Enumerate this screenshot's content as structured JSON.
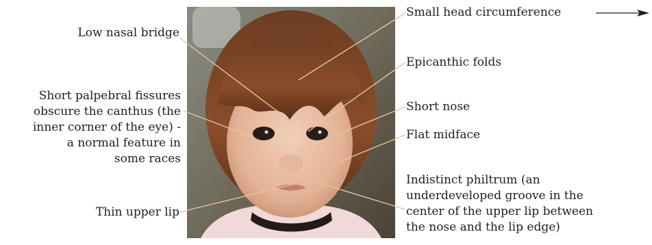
{
  "labels": {
    "low_nasal_bridge": "Low nasal bridge",
    "short_palpebral_fissures": [
      "Short palpebral fissures",
      "obscure the canthus (the",
      "inner corner of the eye) -",
      "a normal feature in",
      "some races"
    ],
    "thin_upper_lip": "Thin upper lip",
    "small_head_circumference": "Small head circumference",
    "epicanthic_folds": "Epicanthic folds",
    "short_nose": "Short nose",
    "flat_midface": "Flat midface",
    "indistinct_philtrum": [
      "Indistinct philtrum (an",
      "underdeveloped groove in the",
      "center of the upper lip between",
      "the nose and the lip edge)"
    ]
  },
  "colors": {
    "leader_line": "#e6c79a",
    "text": "#1e1e1e"
  },
  "photo": {
    "subject": "child-face-photo"
  }
}
